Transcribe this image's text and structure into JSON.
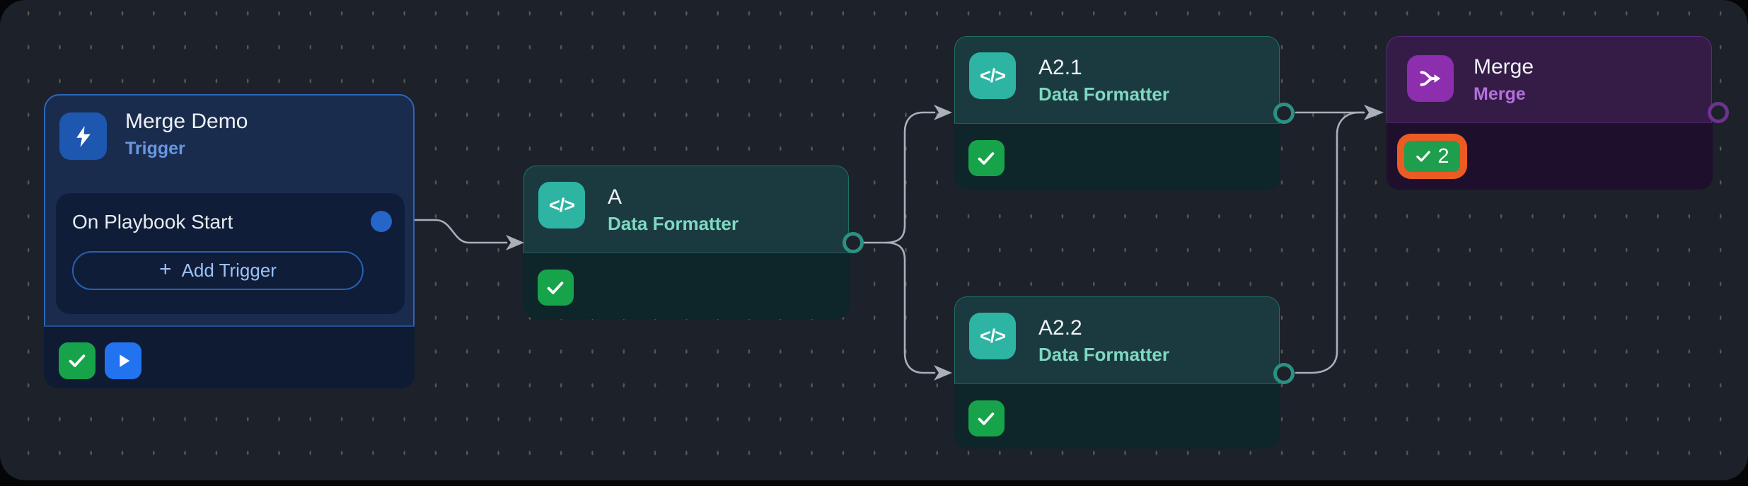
{
  "canvas": {
    "background": "#1d212a",
    "dot_color": "#56584e",
    "edge_color": "#a8b1b9"
  },
  "trigger_node": {
    "title": "Merge Demo",
    "subtitle": "Trigger",
    "event_label": "On Playbook Start",
    "add_trigger_plus": "+",
    "add_trigger_label": "Add Trigger",
    "colors": {
      "border": "#2f66bb",
      "header_bg": "#1a2c4e",
      "footer_bg": "#0e1b33",
      "icon_bg": "#1e57b0",
      "subtitle": "#6897e3",
      "connector_dot": "#2566c8",
      "success_green": "#17a34a",
      "run_blue": "#2273f0"
    }
  },
  "steps": [
    {
      "title": "A",
      "subtitle": "Data Formatter",
      "icon_glyph": "</>"
    },
    {
      "title": "A2.1",
      "subtitle": "Data Formatter",
      "icon_glyph": "</>"
    },
    {
      "title": "A2.2",
      "subtitle": "Data Formatter",
      "icon_glyph": "</>"
    }
  ],
  "step_colors": {
    "border": "#1f7065",
    "header_bg": "#1b3a3f",
    "footer_bg": "#0e2529",
    "icon_bg": "#2db4a2",
    "subtitle": "#7fd8c3",
    "port_ring": "#2a9183",
    "success_green": "#17a34a"
  },
  "merge_node": {
    "title": "Merge",
    "subtitle": "Merge",
    "result_count": "2",
    "colors": {
      "border": "#5e2a83",
      "header_bg": "#351c47",
      "footer_bg": "#1e0f2c",
      "icon_bg": "#8c2eae",
      "subtitle": "#b470dc",
      "port_ring": "#6d3390",
      "badge_ring_orange": "#ec5b24",
      "badge_green": "#1f9e4d"
    }
  }
}
